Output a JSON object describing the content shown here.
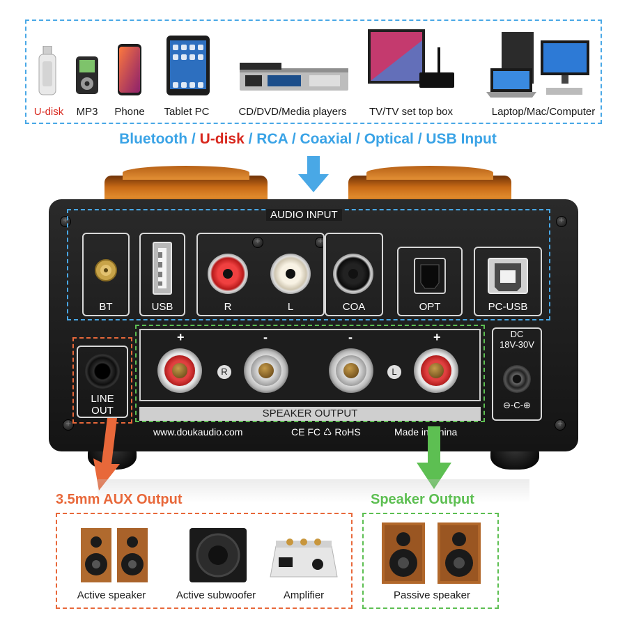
{
  "devices": [
    {
      "label": "U-disk",
      "icon": "usb-drive-icon",
      "highlight": true
    },
    {
      "label": "MP3",
      "icon": "mp3-player-icon",
      "highlight": false
    },
    {
      "label": "Phone",
      "icon": "phone-icon",
      "highlight": false
    },
    {
      "label": "Tablet PC",
      "icon": "tablet-icon",
      "highlight": false
    },
    {
      "label": "CD/DVD/Media players",
      "icon": "media-player-icon",
      "highlight": false
    },
    {
      "label": "TV/TV set top box",
      "icon": "tv-icon",
      "highlight": false
    },
    {
      "label": "Laptop/Mac/Computer",
      "icon": "computer-icon",
      "highlight": false
    }
  ],
  "input_heading": {
    "part1": "Bluetooth / ",
    "part2": "U-disk",
    "part3": " / RCA / Coaxial / Optical / USB Input"
  },
  "amp": {
    "audio_input_title": "AUDIO INPUT",
    "ports": {
      "bt": "BT",
      "usb": "USB",
      "r": "R",
      "l": "L",
      "coa": "COA",
      "opt": "OPT",
      "pcusb": "PC-USB"
    },
    "line_out": {
      "line1": "LINE",
      "line2": "OUT"
    },
    "dc": {
      "line1": "DC",
      "line2": "18V-30V",
      "polarity": "⊖-C-⊕"
    },
    "speaker_output": "SPEAKER OUTPUT",
    "polarity": {
      "plus": "+",
      "minus": "-"
    },
    "channels": {
      "right": "R",
      "left": "L"
    },
    "website": "www.doukaudio.com",
    "certs": "CE FC ♺ RoHS",
    "made_in": "Made in China"
  },
  "outputs": {
    "aux_heading": "3.5mm AUX Output",
    "speaker_heading": "Speaker Output",
    "aux_items": [
      "Active speaker",
      "Active subwoofer",
      "Amplifier"
    ],
    "speaker_items": [
      "Passive speaker"
    ]
  },
  "colors": {
    "blue": "#3aa3e6",
    "red": "#d8281e",
    "orange": "#e8683a",
    "green": "#5dbf52",
    "copper": "#d07a22"
  }
}
